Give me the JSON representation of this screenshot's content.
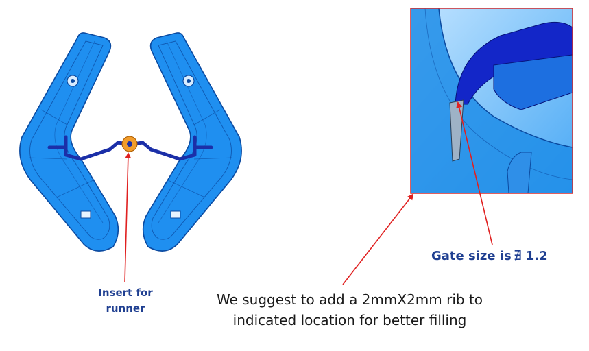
{
  "labels": {
    "insert_for_runner_line1": "Insert for",
    "insert_for_runner_line2": "runner",
    "gate_size_text": "Gate size is",
    "gate_size_symbol": "∄",
    "gate_size_value": "1.2",
    "suggestion_line1": "We suggest to add a 2mmX2mm rib to",
    "suggestion_line2": "indicated location for better filling"
  },
  "colors": {
    "part_fill": "#1f8ff0",
    "part_outline": "#0b4aa0",
    "runner": "#1b2fa8",
    "insert": "#f29d2c",
    "arrow": "#e02020",
    "label_blue": "#1f3f91",
    "inset_border": "#d62a2a"
  }
}
